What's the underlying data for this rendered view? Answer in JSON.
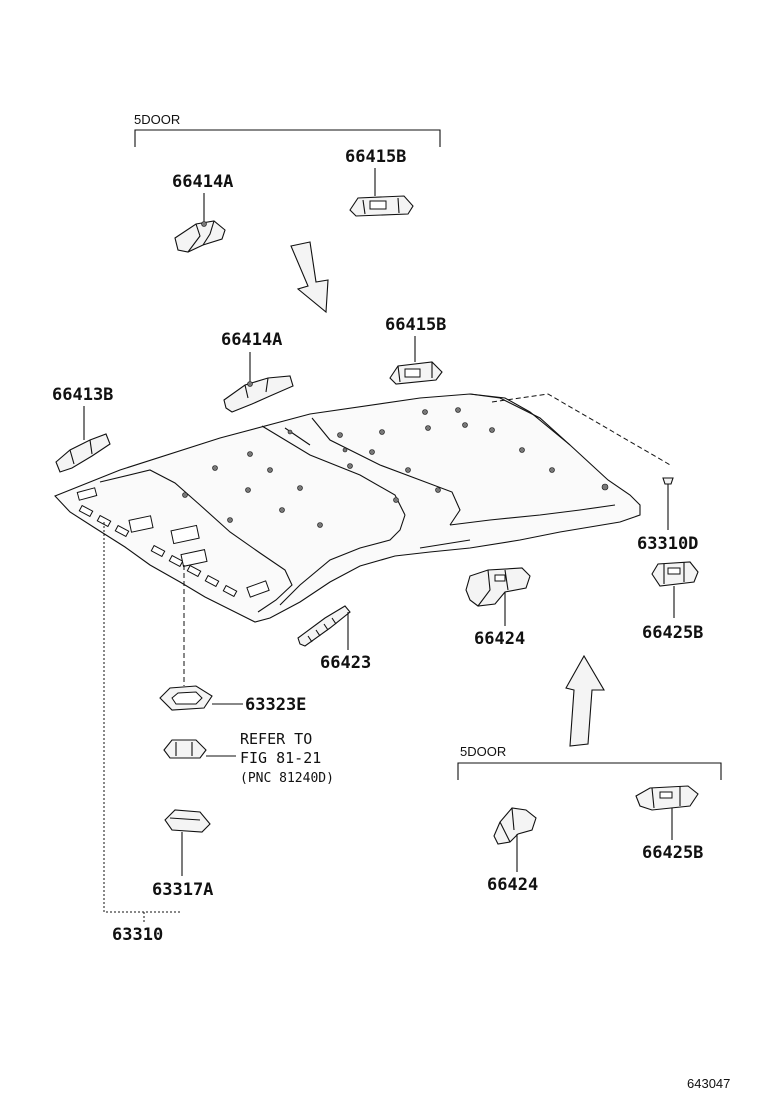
{
  "groups": {
    "upper": "5DOOR",
    "lower": "5DOOR"
  },
  "parts": {
    "p66414A_top": "66414A",
    "p66415B_top": "66415B",
    "p66414A": "66414A",
    "p66415B": "66415B",
    "p66413B": "66413B",
    "p63310D": "63310D",
    "p66423": "66423",
    "p66424": "66424",
    "p66425B": "66425B",
    "p63323E": "63323E",
    "p63317A": "63317A",
    "p63310": "63310",
    "p66424_low": "66424",
    "p66425B_low": "66425B"
  },
  "reference": {
    "line1": "REFER TO",
    "line2": "FIG 81-21",
    "line3": "(PNC 81240D)"
  },
  "diagram_number": "643047"
}
